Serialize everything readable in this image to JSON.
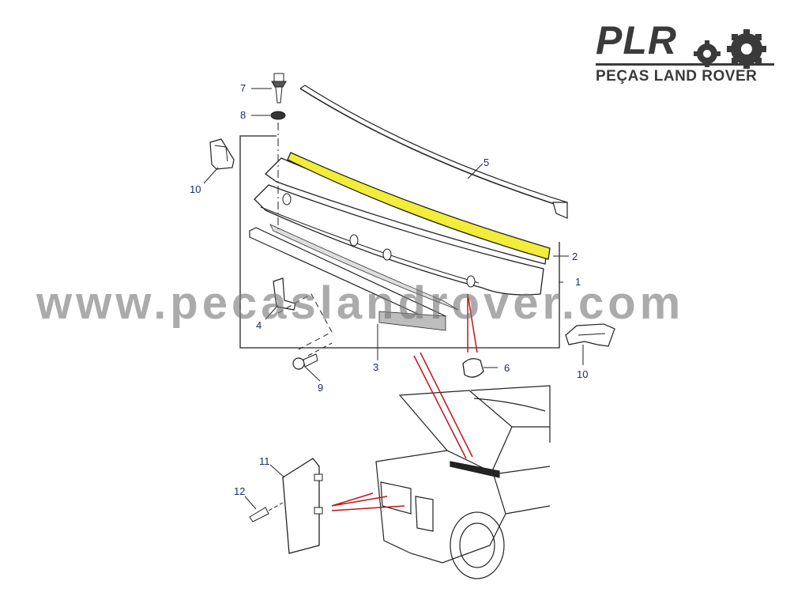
{
  "brand": {
    "logo_text": "PLR",
    "tagline": "PEÇAS LAND ROVER",
    "watermark": "www.pecaslandrover.com"
  },
  "colors": {
    "highlight": "#f2ec3a",
    "line": "#222222",
    "callout_text": "#1e2a78",
    "leader_red": "#c0141a",
    "watermark": "#7a7a7a"
  },
  "callouts": {
    "c1": "1",
    "c2": "2",
    "c3": "3",
    "c4": "4",
    "c5": "5",
    "c6": "6",
    "c7": "7",
    "c8": "8",
    "c9": "9",
    "c10a": "10",
    "c10b": "10",
    "c11": "11",
    "c12": "12"
  }
}
